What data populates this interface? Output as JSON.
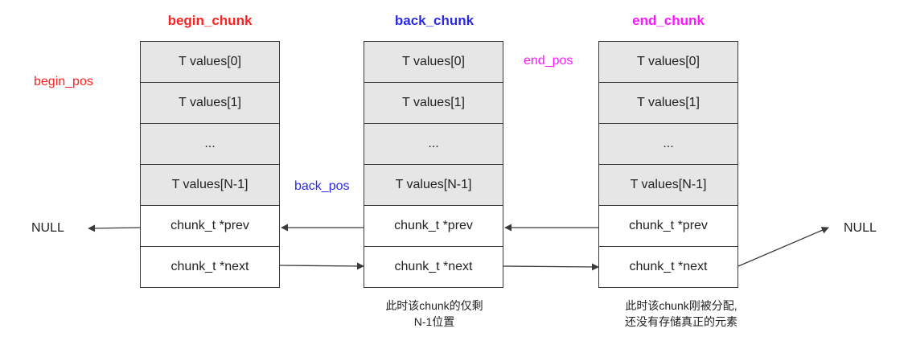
{
  "colors": {
    "begin": "#ff2020",
    "back": "#2a2ae6",
    "end": "#ff16ff",
    "line": "#3a3a3a",
    "value_fill": "#e6e6e6"
  },
  "chunks": [
    {
      "title": "begin_chunk",
      "cells": [
        "T values[0]",
        "T values[1]",
        "...",
        "T values[N-1]",
        "chunk_t *prev",
        "chunk_t *next"
      ]
    },
    {
      "title": "back_chunk",
      "cells": [
        "T values[0]",
        "T values[1]",
        "...",
        "T values[N-1]",
        "chunk_t *prev",
        "chunk_t *next"
      ]
    },
    {
      "title": "end_chunk",
      "cells": [
        "T values[0]",
        "T values[1]",
        "...",
        "T values[N-1]",
        "chunk_t *prev",
        "chunk_t *next"
      ]
    }
  ],
  "positions": {
    "begin_pos": "begin_pos",
    "back_pos": "back_pos",
    "end_pos": "end_pos"
  },
  "null_left": "NULL",
  "null_right": "NULL",
  "notes": {
    "back": [
      "此时该chunk的仅剩",
      "N-1位置"
    ],
    "end": [
      "此时该chunk刚被分配,",
      "还没有存储真正的元素"
    ]
  }
}
